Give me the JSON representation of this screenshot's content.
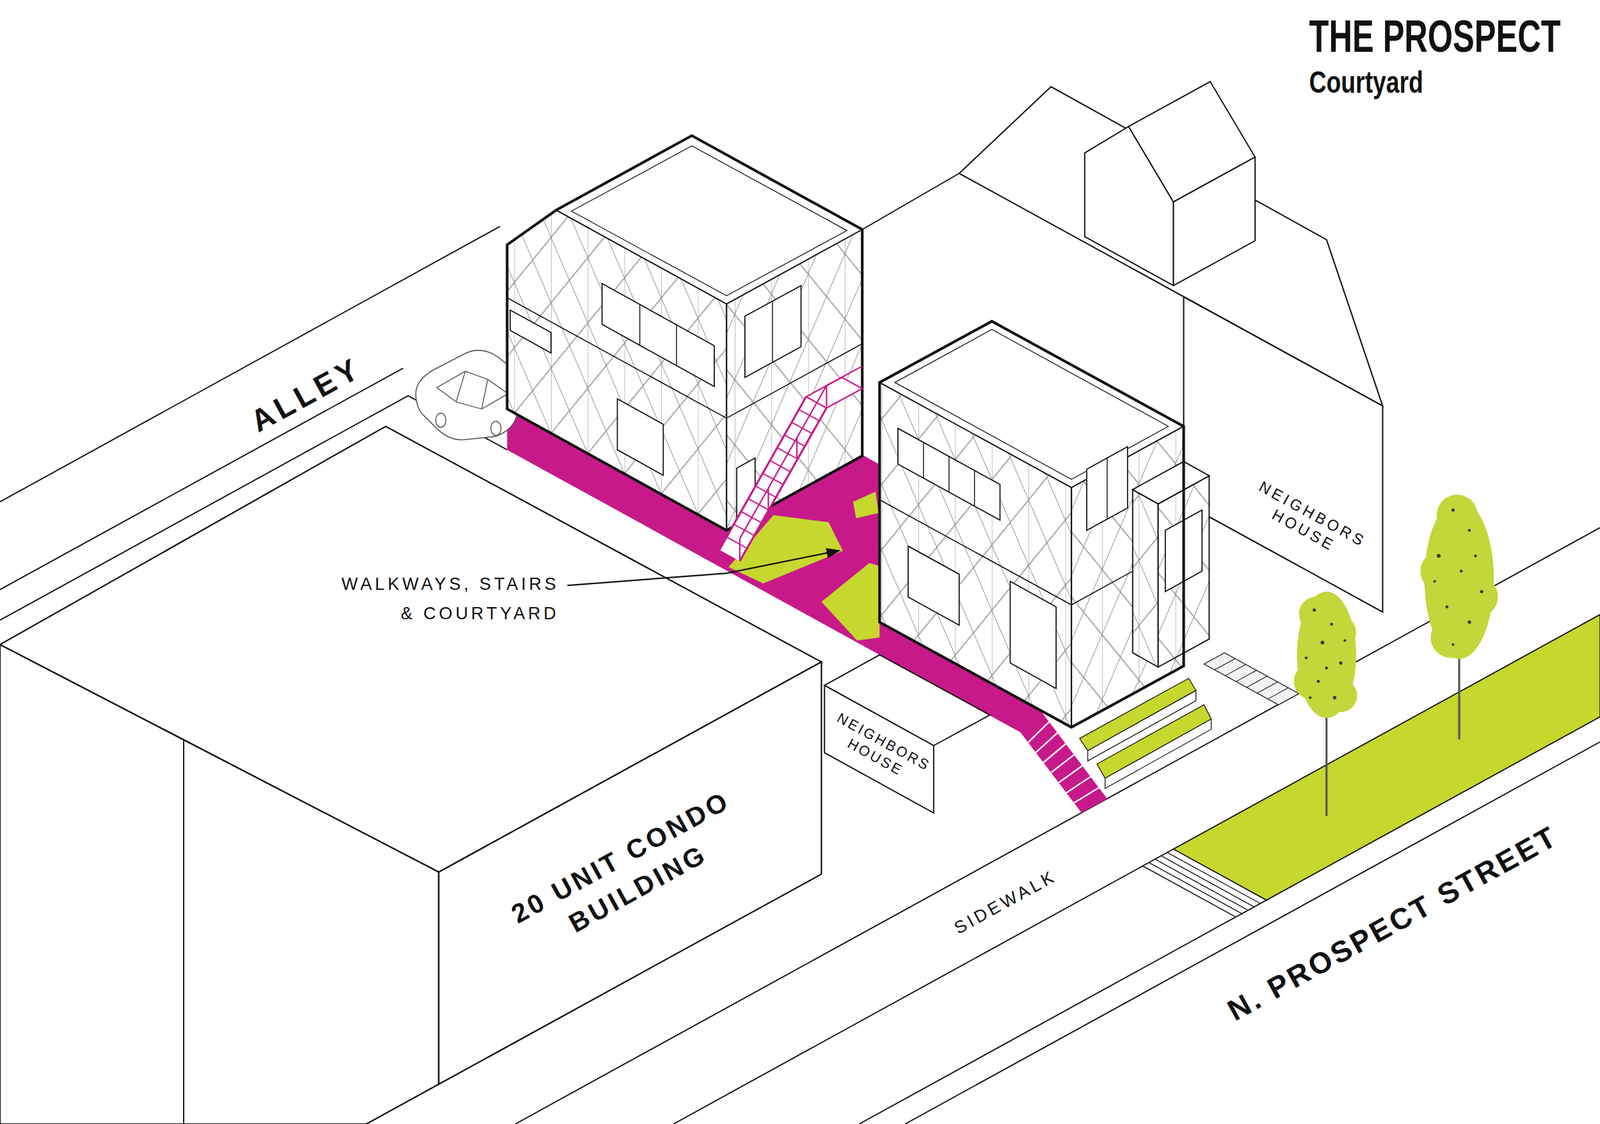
{
  "diagram": {
    "title": "THE PROSPECT",
    "nodes": [
      {
        "text": [
          "NEIGHBORS HOUSE"
        ]
      },
      {
        "text": [
          "NEIGHBORS HOUSE"
        ]
      },
      {
        "text": [
          "20 UNIT CONDO BUILDING"
        ]
      }
    ],
    "labels": [
      "Courtyard",
      "ALLEY",
      "WALKWAYS, STAIRS & COURTYARD",
      "SIDEWALK",
      "N. PROSPECT STREET"
    ]
  }
}
